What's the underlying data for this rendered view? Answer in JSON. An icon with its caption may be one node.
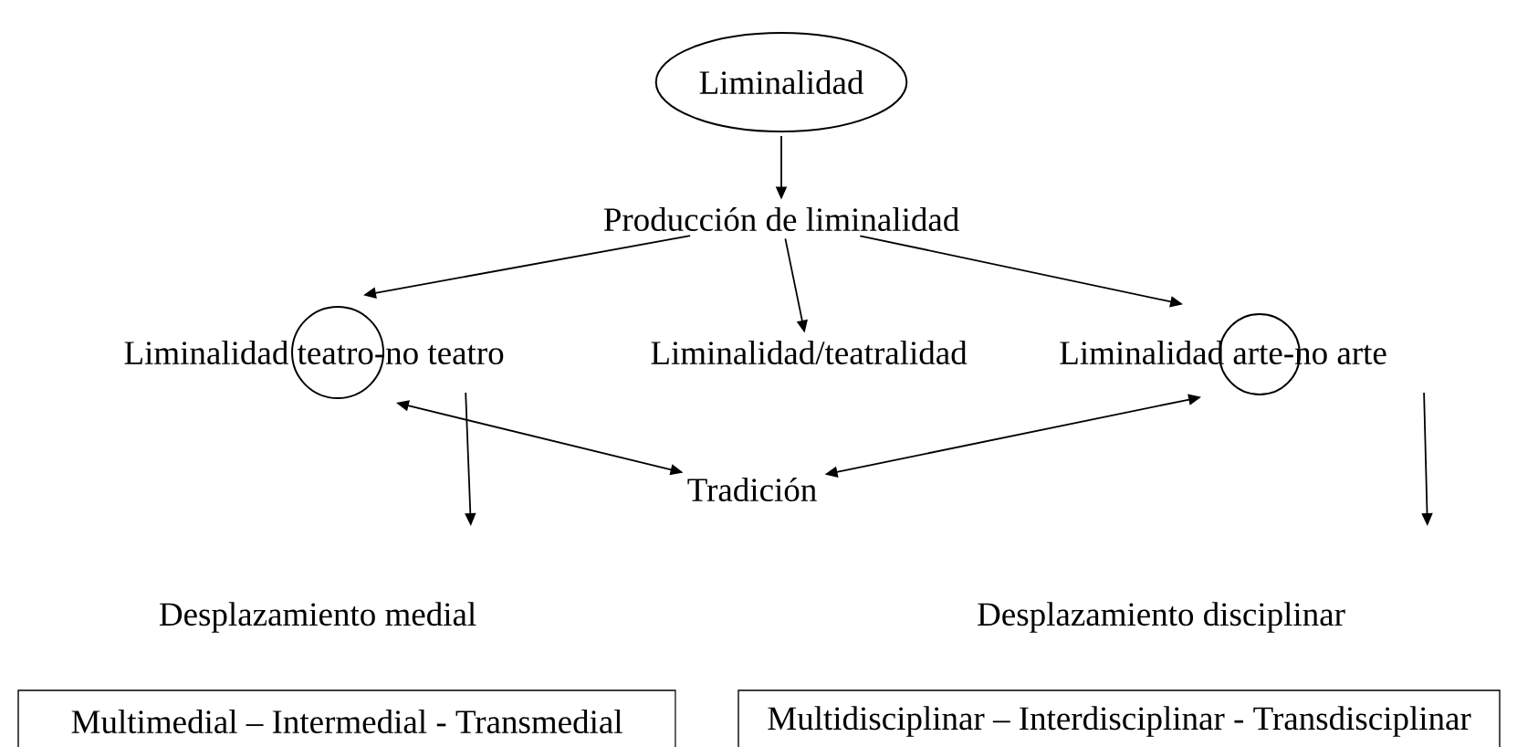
{
  "diagram": {
    "nodes": [
      {
        "text": [
          "Liminalidad"
        ]
      },
      {
        "text": [
          "Producción de liminalidad"
        ]
      },
      {
        "text": [
          "Liminalidad teatro-no teatro"
        ]
      },
      {
        "text": [
          "Liminalidad/teatralidad"
        ]
      },
      {
        "text": [
          "Liminalidad arte-no arte"
        ]
      },
      {
        "text": [
          "Tradición"
        ]
      },
      {
        "text": [
          "Desplazamiento medial"
        ]
      },
      {
        "text": [
          "Desplazamiento disciplinar"
        ]
      },
      {
        "text": [
          "Multimedial – Intermedial - Transmedial"
        ]
      },
      {
        "text": [
          "Multidisciplinar – Interdisciplinar - Transdisciplinar"
        ]
      }
    ],
    "edges": [
      {
        "from": 0,
        "to": 1,
        "arrow": "to"
      },
      {
        "from": 1,
        "to": 2,
        "arrow": "to"
      },
      {
        "from": 1,
        "to": 3,
        "arrow": "to"
      },
      {
        "from": 1,
        "to": 4,
        "arrow": "to"
      },
      {
        "from": 2,
        "to": 5,
        "arrow": "both"
      },
      {
        "from": 5,
        "to": 4,
        "arrow": "both"
      },
      {
        "from": 2,
        "to": 6,
        "arrow": "to"
      },
      {
        "from": 4,
        "to": 7,
        "arrow": "to"
      }
    ]
  }
}
